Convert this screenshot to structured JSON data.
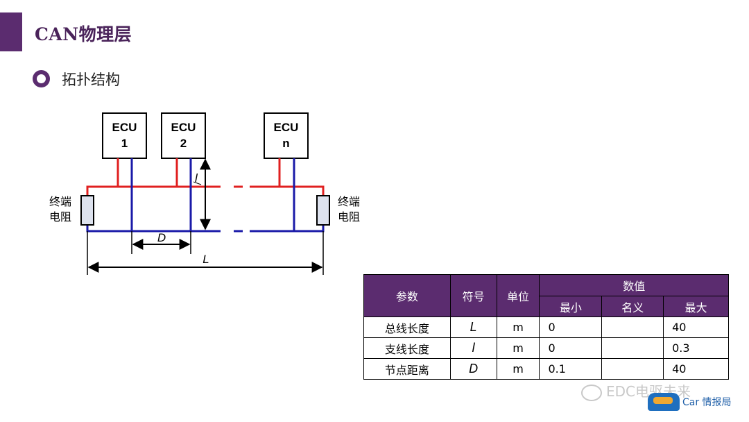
{
  "header": {
    "title": "CAN物理层"
  },
  "section": {
    "title": "拓扑结构"
  },
  "diagram": {
    "ecus": [
      {
        "line1": "ECU",
        "line2": "1"
      },
      {
        "line1": "ECU",
        "line2": "2"
      },
      {
        "line1": "ECU",
        "line2": "n"
      }
    ],
    "terminator_left": {
      "line1": "终端",
      "line2": "电阻"
    },
    "terminator_right": {
      "line1": "终端",
      "line2": "电阻"
    },
    "label_D": "D",
    "label_L": "L",
    "label_l": "l",
    "colors": {
      "can_high": "#e02020",
      "can_low": "#1a1aa8",
      "accent": "#5b2c6f"
    }
  },
  "table": {
    "headers": {
      "param": "参数",
      "symbol": "符号",
      "unit": "单位",
      "value": "数值",
      "min": "最小",
      "nominal": "名义",
      "max": "最大"
    },
    "rows": [
      {
        "param": "总线长度",
        "symbol": "L",
        "unit": "m",
        "min": "0",
        "nominal": "",
        "max": "40"
      },
      {
        "param": "支线长度",
        "symbol": "l",
        "unit": "m",
        "min": "0",
        "nominal": "",
        "max": "0.3"
      },
      {
        "param": "节点距离",
        "symbol": "D",
        "unit": "m",
        "min": "0.1",
        "nominal": "",
        "max": "40"
      }
    ]
  },
  "watermark": {
    "text": "EDC电驱未来"
  },
  "logo": {
    "text": "Car 情报局"
  }
}
